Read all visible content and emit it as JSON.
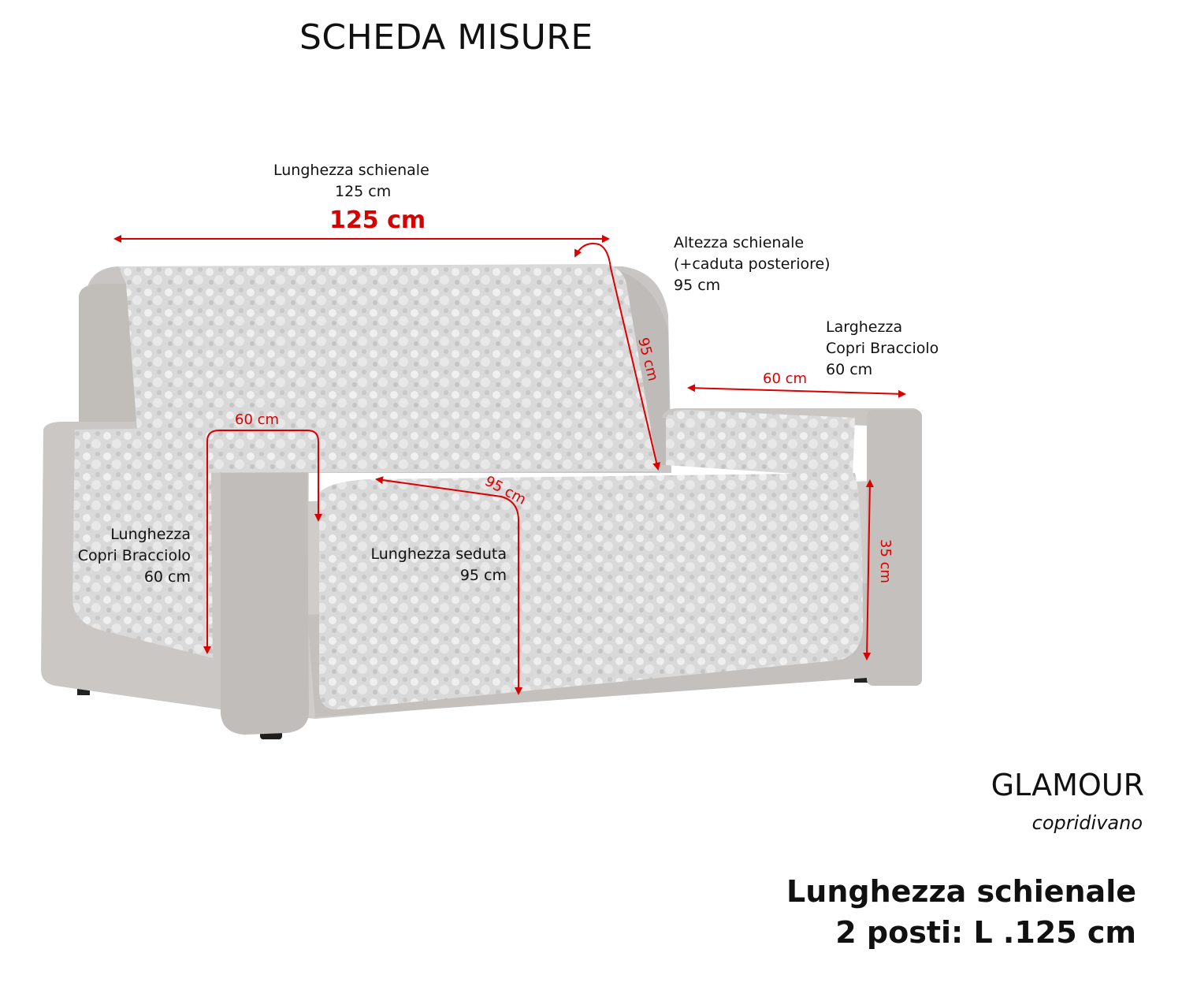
{
  "header": {
    "title": "SCHEDA MISURE"
  },
  "annotations": {
    "back_length": {
      "label": "Lunghezza schienale",
      "value": "125 cm",
      "dimension": "125 cm"
    },
    "back_height": {
      "label_line1": "Altezza schienale",
      "label_line2": "(+caduta posteriore)",
      "value": "95 cm",
      "dimension": "95 cm"
    },
    "arm_width": {
      "label_line1": "Larghezza",
      "label_line2": "Copri Bracciolo",
      "value": "60 cm",
      "dimension": "60 cm"
    },
    "arm_length": {
      "label_line1": "Lunghezza",
      "label_line2": "Copri Bracciolo",
      "value": "60 cm",
      "dimension": "60 cm"
    },
    "seat_length": {
      "label": "Lunghezza seduta",
      "value": "95 cm",
      "dimension": "95 cm"
    },
    "side_drop": {
      "dimension": "35 cm"
    }
  },
  "product": {
    "name": "GLAMOUR",
    "type": "copridivano"
  },
  "summary": {
    "line1": "Lunghezza schienale",
    "line2": "2 posti: L .125 cm"
  },
  "colors": {
    "dimension": "#d90000",
    "frame": "#c9c6c3",
    "cover": "#d6d6d6"
  }
}
